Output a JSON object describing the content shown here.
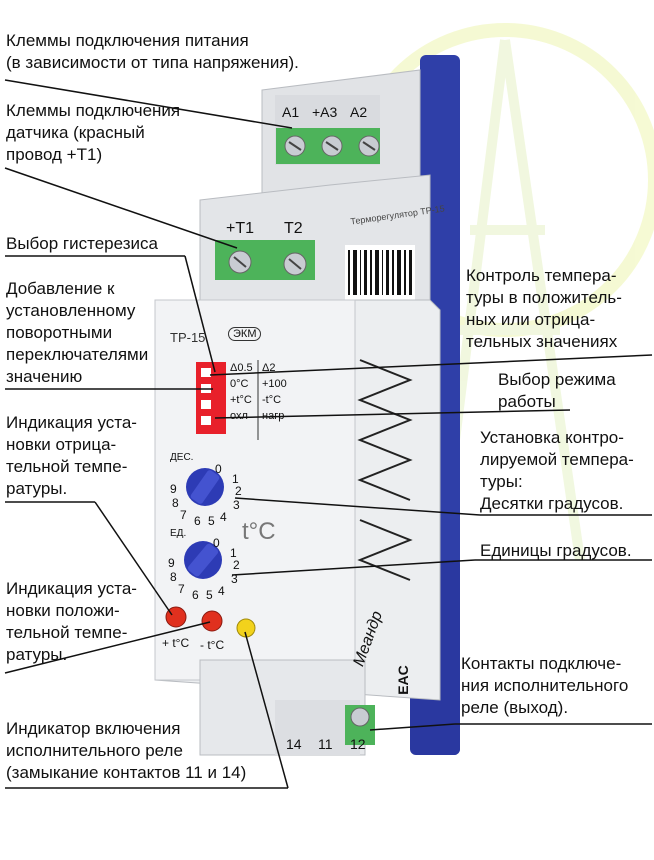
{
  "annotations": {
    "power_terminals": "Клеммы  подключения питания\n(в зависимости от типа напряжения).",
    "sensor_terminals": "Клеммы подключения\nдатчика (красный\nпровод +Т1)",
    "hysteresis": "Выбор гистерезиса",
    "addition": "Добавление к\nустановленному\nповоротными\nпереключателями\nзначению",
    "neg_indication": "Индикация уста-\nновки отрица-\nтельной темпе-\nратуры.",
    "pos_indication": "Индикация уста-\nновки положи-\nтельной темпе-\nратуры.",
    "relay_indicator": "Индикатор включения\nисполнительного реле\n(замыкание контактов 11 и 14)",
    "temp_control": "Контроль темпера-\nтуры в положитель-\nных или отрица-\nтельных значениях",
    "mode_select": "Выбор режима\nработы",
    "setpoint": "Установка контро-\nлируемой темпера-\nтуры:\nДесятки градусов.",
    "units": "Единицы градусов.",
    "relay_contacts": "Контакты подключе-\nния исполнительного\nреле (выход)."
  },
  "device": {
    "top_terminals": [
      "A1",
      "+A3",
      "A2"
    ],
    "sensor_terminal_labels": [
      "+T1",
      "T2"
    ],
    "model": "ТР-15",
    "brand": "ЭКМ",
    "dip_labels": [
      "Δ0.5",
      "0°C",
      "+t°C",
      "охл"
    ],
    "dip_labels_right": [
      "Δ2",
      "+100",
      "-t°C",
      "нагр"
    ],
    "dial_tens_label": "ДЕС.",
    "dial_units_label": "ЕД.",
    "dial_digits": [
      "0",
      "1",
      "2",
      "3",
      "4",
      "5",
      "6",
      "7",
      "8",
      "9"
    ],
    "temp_symbol": "t°C",
    "led_labels": [
      "+ t°C",
      "- t°C"
    ],
    "bottom_terminals": [
      "14",
      "11",
      "12"
    ],
    "side_text": "Терморегулятор ТР-15",
    "logo_script": "Меандр",
    "eac": "EAC"
  },
  "colors": {
    "housing": "#e9eaec",
    "terminal_green": "#4db35a",
    "din_clip": "#2f3fa8",
    "dial_blue": "#2d3bb5",
    "led_red": "#e0301e",
    "led_yellow": "#f2d21c",
    "dip_red": "#e8202a"
  }
}
